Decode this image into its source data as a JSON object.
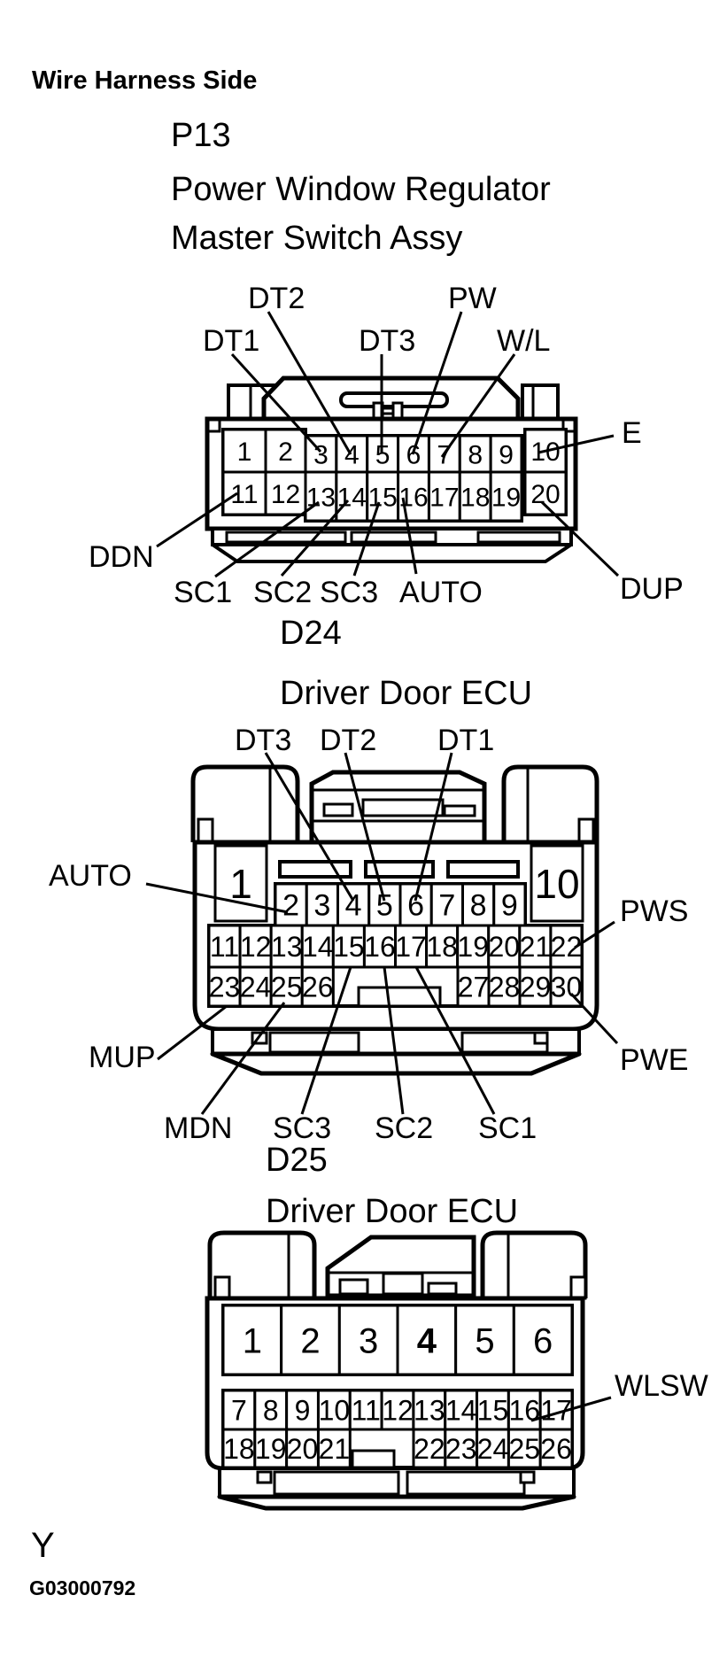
{
  "page": {
    "background": "#ffffff",
    "ink": "#000000"
  },
  "header": {
    "title": "Wire Harness Side"
  },
  "footer": {
    "section_mark": "Y",
    "figure_code": "G03000792"
  },
  "connectors": [
    {
      "code": "P13",
      "title_lines": [
        "Power Window Regulator",
        "Master Switch Assy"
      ],
      "pins": {
        "row_top": [
          "1",
          "2",
          "3",
          "4",
          "5",
          "6",
          "7",
          "8",
          "9",
          "10"
        ],
        "row_bottom": [
          "11",
          "12",
          "13",
          "14",
          "15",
          "16",
          "17",
          "18",
          "19",
          "20"
        ]
      },
      "labels": [
        {
          "text": "DT1",
          "pin": "3"
        },
        {
          "text": "DT2",
          "pin": "4"
        },
        {
          "text": "DT3",
          "pin": "5"
        },
        {
          "text": "PW",
          "pin": "6"
        },
        {
          "text": "W/L",
          "pin": "7"
        },
        {
          "text": "E",
          "pin": "10"
        },
        {
          "text": "DDN",
          "pin": "11"
        },
        {
          "text": "SC1",
          "pin": "13"
        },
        {
          "text": "SC2",
          "pin": "14"
        },
        {
          "text": "SC3",
          "pin": "15"
        },
        {
          "text": "AUTO",
          "pin": "16"
        },
        {
          "text": "DUP",
          "pin": "20"
        }
      ]
    },
    {
      "code": "D24",
      "title_lines": [
        "Driver Door ECU"
      ],
      "pins": {
        "corner_left": [
          "1"
        ],
        "corner_right": [
          "10"
        ],
        "row_top": [
          "2",
          "3",
          "4",
          "5",
          "6",
          "7",
          "8",
          "9"
        ],
        "row_middle": [
          "11",
          "12",
          "13",
          "14",
          "15",
          "16",
          "17",
          "18",
          "19",
          "20",
          "21",
          "22"
        ],
        "row_bottom_left": [
          "23",
          "24",
          "25",
          "26"
        ],
        "row_bottom_right": [
          "27",
          "28",
          "29",
          "30"
        ]
      },
      "labels": [
        {
          "text": "DT3",
          "pin": "4"
        },
        {
          "text": "DT2",
          "pin": "5"
        },
        {
          "text": "DT1",
          "pin": "6"
        },
        {
          "text": "AUTO",
          "pin": "2"
        },
        {
          "text": "PWS",
          "pin": "22"
        },
        {
          "text": "MUP",
          "pin": "23"
        },
        {
          "text": "MDN",
          "pin": "25"
        },
        {
          "text": "SC3",
          "pin": "15"
        },
        {
          "text": "SC2",
          "pin": "16"
        },
        {
          "text": "SC1",
          "pin": "17"
        },
        {
          "text": "PWE",
          "pin": "30"
        }
      ]
    },
    {
      "code": "D25",
      "title_lines": [
        "Driver Door ECU"
      ],
      "pins": {
        "row_top": [
          "1",
          "2",
          "3",
          "4",
          "5",
          "6"
        ],
        "row_middle": [
          "7",
          "8",
          "9",
          "10",
          "11",
          "12",
          "13",
          "14",
          "15",
          "16",
          "17"
        ],
        "row_bottom_left": [
          "18",
          "19",
          "20",
          "21"
        ],
        "row_bottom_right": [
          "22",
          "23",
          "24",
          "25",
          "26"
        ],
        "bold_pin": "4"
      },
      "labels": [
        {
          "text": "WLSW",
          "pin": "16"
        }
      ]
    }
  ]
}
